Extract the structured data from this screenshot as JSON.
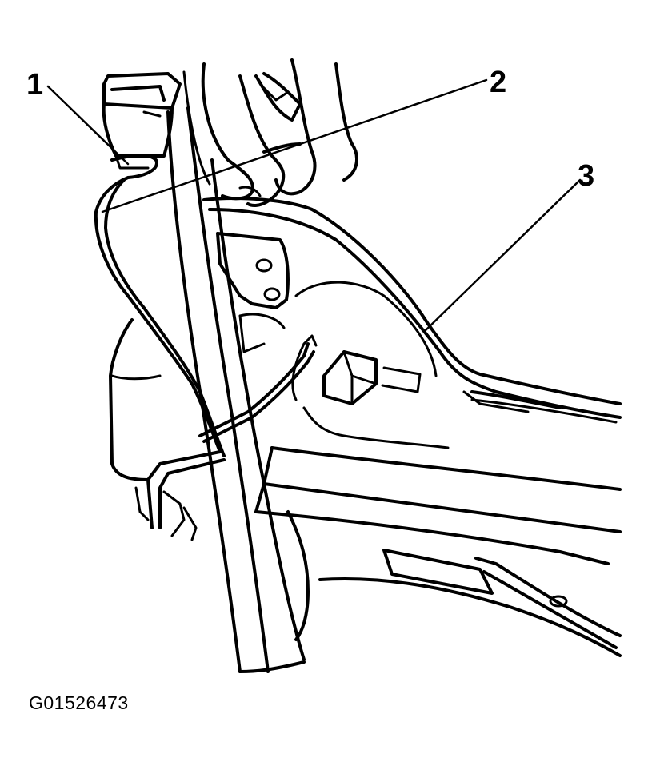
{
  "diagram": {
    "callouts": [
      {
        "number": "1"
      },
      {
        "number": "2"
      },
      {
        "number": "3"
      }
    ],
    "figure_id": "G01526473"
  }
}
